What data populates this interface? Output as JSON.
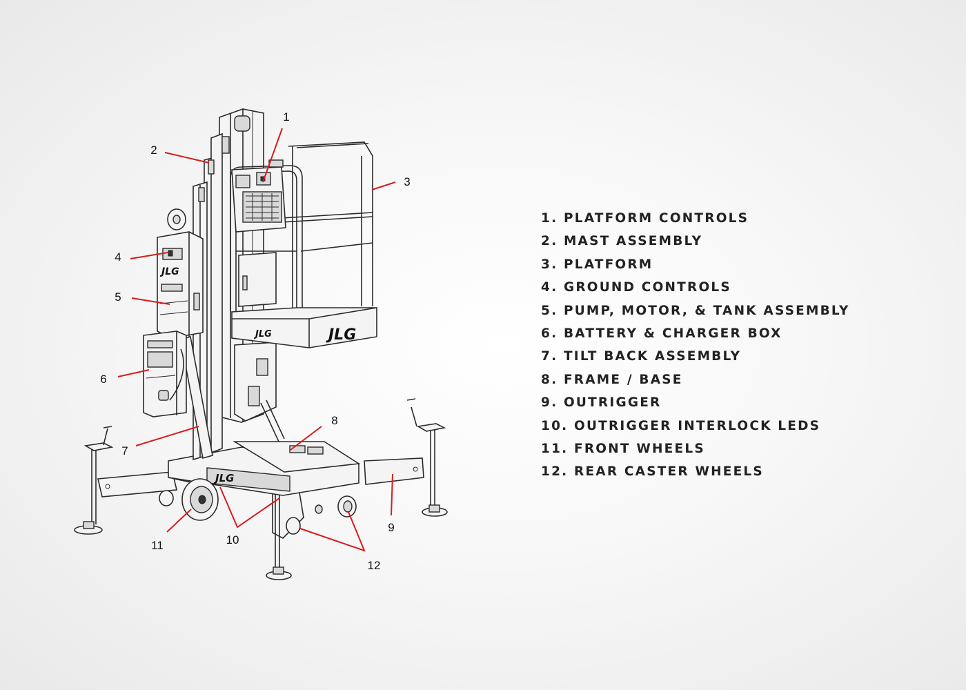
{
  "diagram": {
    "logo_text": "JLG",
    "callouts": [
      "1",
      "2",
      "3",
      "4",
      "5",
      "6",
      "7",
      "8",
      "9",
      "10",
      "11",
      "12"
    ]
  },
  "legend": {
    "items": [
      "1. PLATFORM CONTROLS",
      "2. MAST ASSEMBLY",
      "3. PLATFORM",
      "4. GROUND CONTROLS",
      "5. PUMP, MOTOR, & TANK ASSEMBLY",
      "6. BATTERY & CHARGER BOX",
      "7. TILT BACK ASSEMBLY",
      "8. FRAME / BASE",
      "9. OUTRIGGER",
      "10. OUTRIGGER INTERLOCK LEDS",
      "11. FRONT WHEELS",
      "12. REAR CASTER WHEELS"
    ]
  },
  "colors": {
    "leader_line": "#d81b1b",
    "text": "#222222"
  }
}
